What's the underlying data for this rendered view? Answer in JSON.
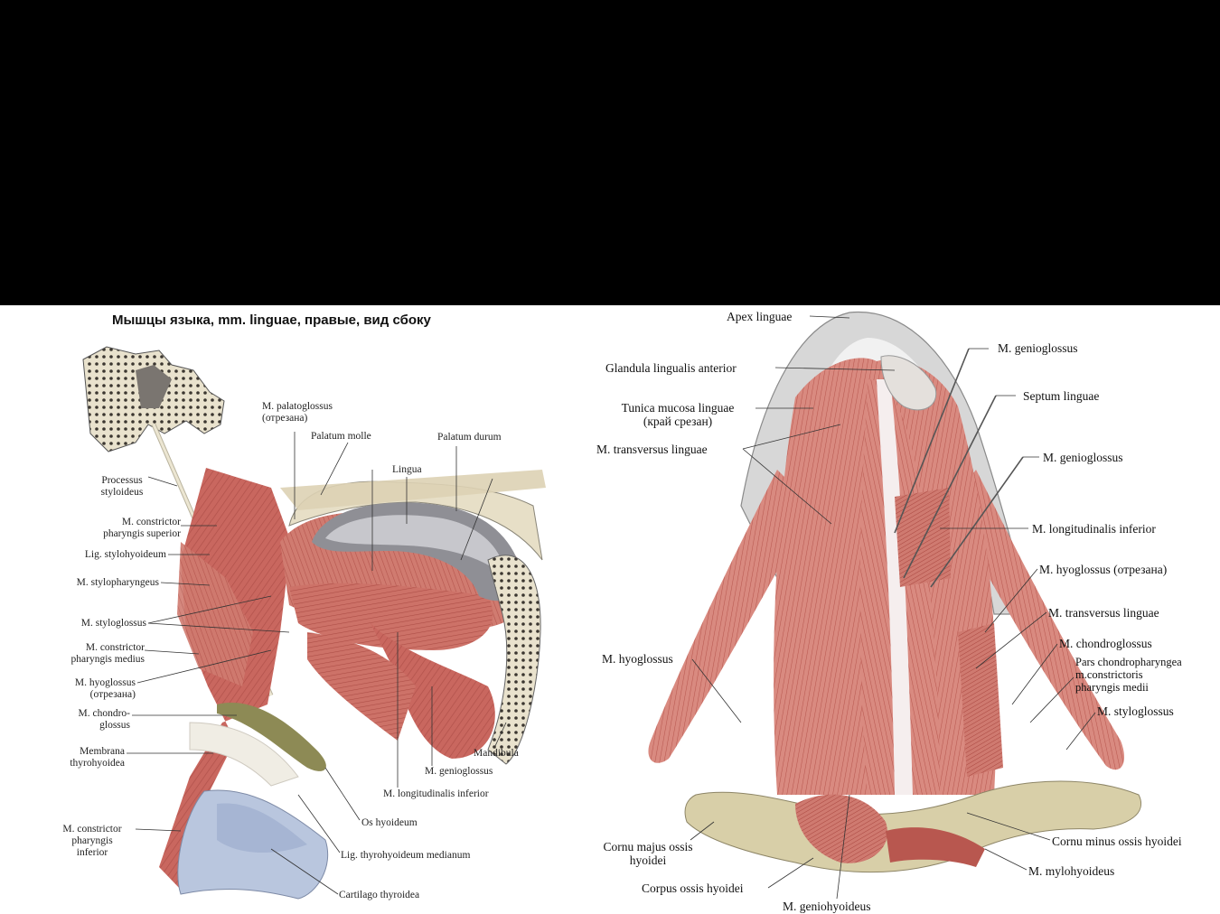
{
  "title": "Мышцы языка, mm. linguae, правые, вид сбоку",
  "left_figure": {
    "labels": {
      "palatoglossus": "M. palatoglossus\n(отрезана)",
      "palatum_molle": "Palatum molle",
      "palatum_durum": "Palatum durum",
      "lingua": "Lingua",
      "processus_styloideus": "Processus\nstyloideus",
      "constrictor_superior": "M. constrictor\npharyngis superior",
      "lig_stylohyoideum": "Lig. stylohyoideum",
      "stylopharyngeus": "M. stylopharyngeus",
      "styloglossus": "M. styloglossus",
      "constrictor_medius": "M. constrictor\npharyngis medius",
      "hyoglossus": "M. hyoglossus\n(отрезана)",
      "chondroglossus": "M. chondro-\nglossus",
      "membrana_thyrohyoidea": "Membrana\nthyrohyoidea",
      "constrictor_inferior": "M. constrictor\npharyngis\ninferior",
      "mandibula": "Mandibula",
      "genioglossus": "M. genioglossus",
      "longitudinalis_inferior": "M. longitudinalis inferior",
      "os_hyoideum": "Os hyoideum",
      "lig_thyrohyoideum_medianum": "Lig. thyrohyoideum medianum",
      "cartilago_thyroidea": "Cartilago thyroidea"
    }
  },
  "right_figure": {
    "labels": {
      "apex_linguae": "Apex linguae",
      "glandula_lingualis_anterior": "Glandula lingualis anterior",
      "tunica_mucosa": "Tunica mucosa linguae\n(край срезан)",
      "transversus_linguae_left": "M. transversus  linguae",
      "hyoglossus_left": "M. hyoglossus",
      "cornu_majus": "Cornu majus ossis\nhyoidei",
      "corpus_ossis_hyoidei": "Corpus ossis hyoidei",
      "geniohyoideus": "M. geniohyoideus",
      "genioglossus_top": "M. genioglossus",
      "septum_linguae": "Septum linguae",
      "genioglossus_mid": "M. genioglossus",
      "longitudinalis_inferior": "M. longitudinalis inferior",
      "hyoglossus_cut": "M. hyoglossus (отрезана)",
      "transversus_linguae_right": "M. transversus linguae",
      "chondroglossus": "M. chondroglossus",
      "pars_chondropharyngea": "Pars chondropharyngea\nm.constrictoris\npharyngis medii",
      "styloglossus": "M. styloglossus",
      "cornu_minus": "Cornu minus ossis hyoidei",
      "mylohyoideus": "M. mylohyoideus"
    }
  },
  "colors": {
    "background_top": "#000000",
    "plate": "#ffffff",
    "muscle": "#c9675f",
    "muscle_light": "#e8a49a",
    "muscle_dark": "#a8443e",
    "bone": "#d8cfa8",
    "mucosa": "#cfcfcf",
    "cartilage": "#b9c6de"
  }
}
